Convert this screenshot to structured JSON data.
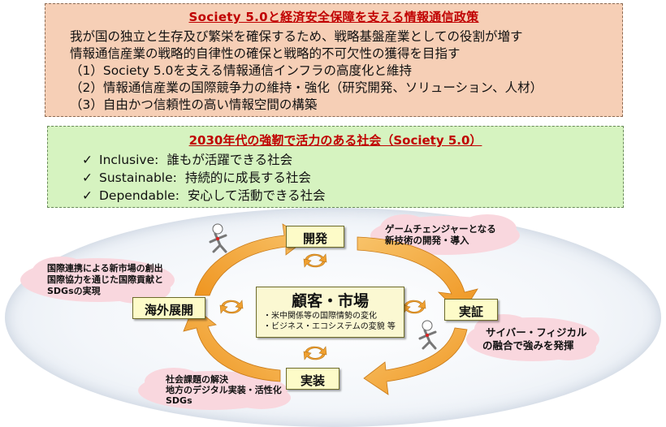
{
  "policy_box": {
    "title": "Society 5.0と経済安全保障を支える情報通信政策",
    "lines": [
      "我が国の独立と生存及び繁栄を確保するため、戦略基盤産業としての役割が増す",
      "情報通信産業の戦略的自律性の確保と戦略的不可欠性の獲得を目指す",
      "（1）Society 5.0を支える情報通信インフラの高度化と維持",
      "（2）情報通信産業の国際競争力の維持・強化（研究開発、ソリューション、人材）",
      "（3）自由かつ信頼性の高い情報空間の構築"
    ]
  },
  "vision_box": {
    "title": "2030年代の強靭で活力のある社会（Society 5.0）",
    "items": [
      {
        "check": "✓",
        "label": "Inclusive:",
        "text": "誰もが活躍できる社会"
      },
      {
        "check": "✓",
        "label": "Sustainable:",
        "text": "持続的に成長する社会"
      },
      {
        "check": "✓",
        "label": "Dependable:",
        "text": "安心して活動できる社会"
      }
    ]
  },
  "cycle": {
    "center_title": "顧客・市場",
    "center_notes": [
      "・米中関係等の国際情勢の変化",
      "・ビジネス・エコシステムの変貌  等"
    ],
    "stages": {
      "development": "開発",
      "verification": "実証",
      "implementation": "実装",
      "overseas": "海外展開"
    },
    "clouds": {
      "top_right": [
        "ゲームチェンジャーとなる",
        "新技術の開発・導入"
      ],
      "right": [
        "サイバー・フィジカル",
        "の融合で強みを発揮"
      ],
      "left": [
        "国際連携による新市場の創出",
        "国際協力を通じた国際貢献と",
        "SDGsの実現"
      ],
      "bottom_left": [
        "社会課題の解決",
        "地方のデジタル実装・活性化",
        "SDGs"
      ]
    }
  },
  "colors": {
    "title_red": "#c00000",
    "policy_bg": "#f6cfb6",
    "vision_bg": "#d6f3c0",
    "arrow_orange": "#f4a436",
    "cloud_pink": "#f9d7de"
  }
}
